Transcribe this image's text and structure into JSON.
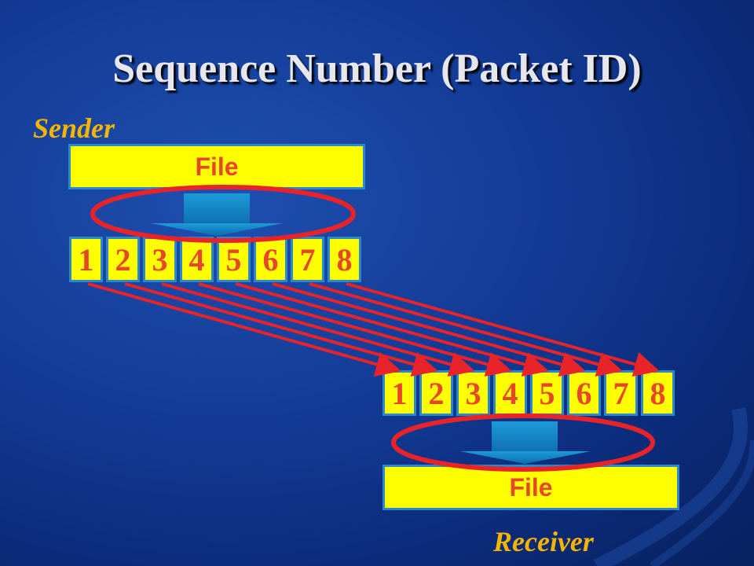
{
  "title": "Sequence Number (Packet ID)",
  "sender_label": "Sender",
  "receiver_label": "Receiver",
  "sender_file_label": "File",
  "receiver_file_label": "File",
  "sender_packets": [
    "1",
    "2",
    "3",
    "4",
    "5",
    "6",
    "7",
    "8"
  ],
  "receiver_packets": [
    "1",
    "2",
    "3",
    "4",
    "5",
    "6",
    "7",
    "8"
  ],
  "colors": {
    "packet_fill": "#ffff00",
    "packet_border": "#2a89c8",
    "packet_text": "#e8462a",
    "label_text": "#f5b400",
    "arrow": "#e8242a",
    "ellipse": "#e8242a",
    "down_arrow": "#1e8ed0"
  }
}
